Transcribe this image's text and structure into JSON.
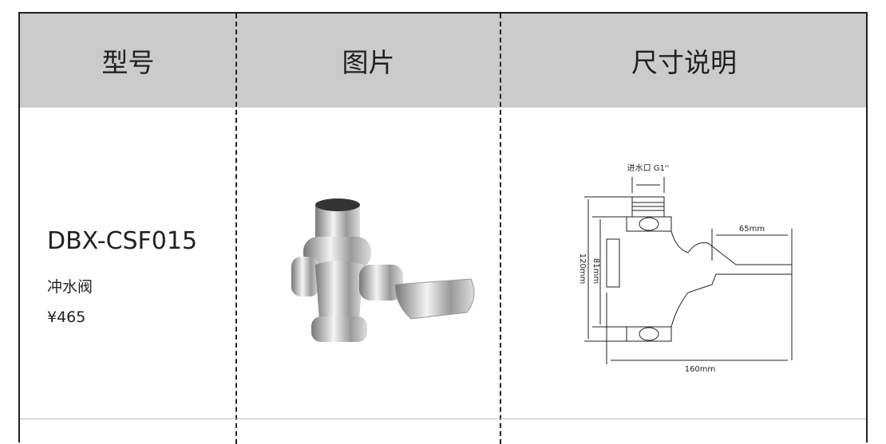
{
  "header": {
    "col_model": "型号",
    "col_image": "图片",
    "col_dims": "尺寸说明"
  },
  "product": {
    "model": "DBX-CSF015",
    "name": "冲水阀",
    "price": "¥465"
  },
  "diagram": {
    "inlet": "进水口 G1''",
    "height_total": "120mm",
    "height_body": "81mm",
    "pedal_length": "65mm",
    "width_total": "160mm"
  }
}
